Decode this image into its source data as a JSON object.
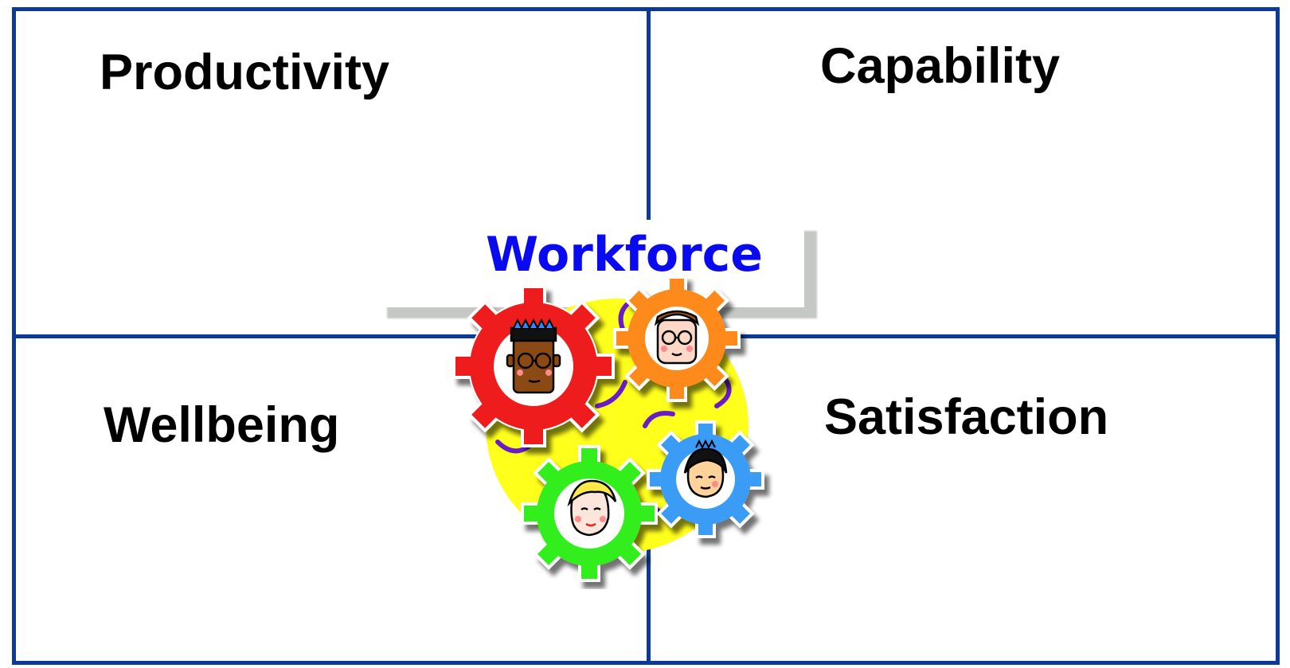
{
  "quadrants": {
    "top_left": "Productivity",
    "top_right": "Capability",
    "bottom_left": "Wellbeing",
    "bottom_right": "Satisfaction"
  },
  "center": {
    "title": "Workforce"
  },
  "colors": {
    "grid_line": "#0b3a97",
    "title": "#0a0af0",
    "gear_red": "#ee1c1c",
    "gear_orange": "#ff8a1c",
    "gear_green": "#33ee1c",
    "gear_blue": "#3a9cf5",
    "background_blob": "#ffff1c",
    "arrows": "#6a1cc8"
  },
  "illustration": {
    "icons": [
      "gear-red-icon",
      "gear-orange-icon",
      "gear-green-icon",
      "gear-blue-icon",
      "person-face-icon"
    ]
  }
}
